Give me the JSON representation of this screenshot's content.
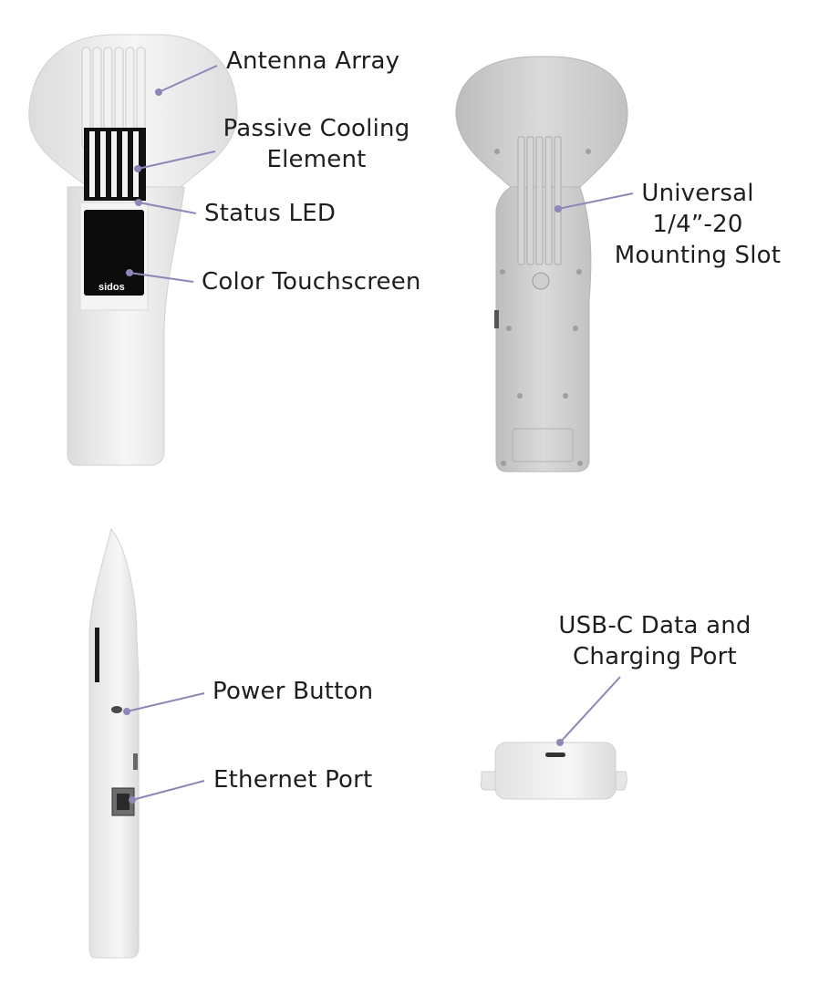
{
  "brand": {
    "logo_text": "sidos"
  },
  "colors": {
    "callout": "#8c87b8",
    "device_light": "#efefef",
    "device_dark": "#cfcfcf"
  },
  "views": {
    "front": {
      "antenna_array": "Antenna Array",
      "cooling_line1": "Passive Cooling",
      "cooling_line2": "Element",
      "status_led": "Status LED",
      "touchscreen": "Color Touchscreen"
    },
    "back": {
      "mount_line1": "Universal",
      "mount_line2": "1/4”-20",
      "mount_line3": "Mounting Slot"
    },
    "side": {
      "power_button": "Power Button",
      "ethernet_port": "Ethernet Port"
    },
    "bottom": {
      "usb_line1": "USB-C Data and",
      "usb_line2": "Charging Port"
    }
  }
}
